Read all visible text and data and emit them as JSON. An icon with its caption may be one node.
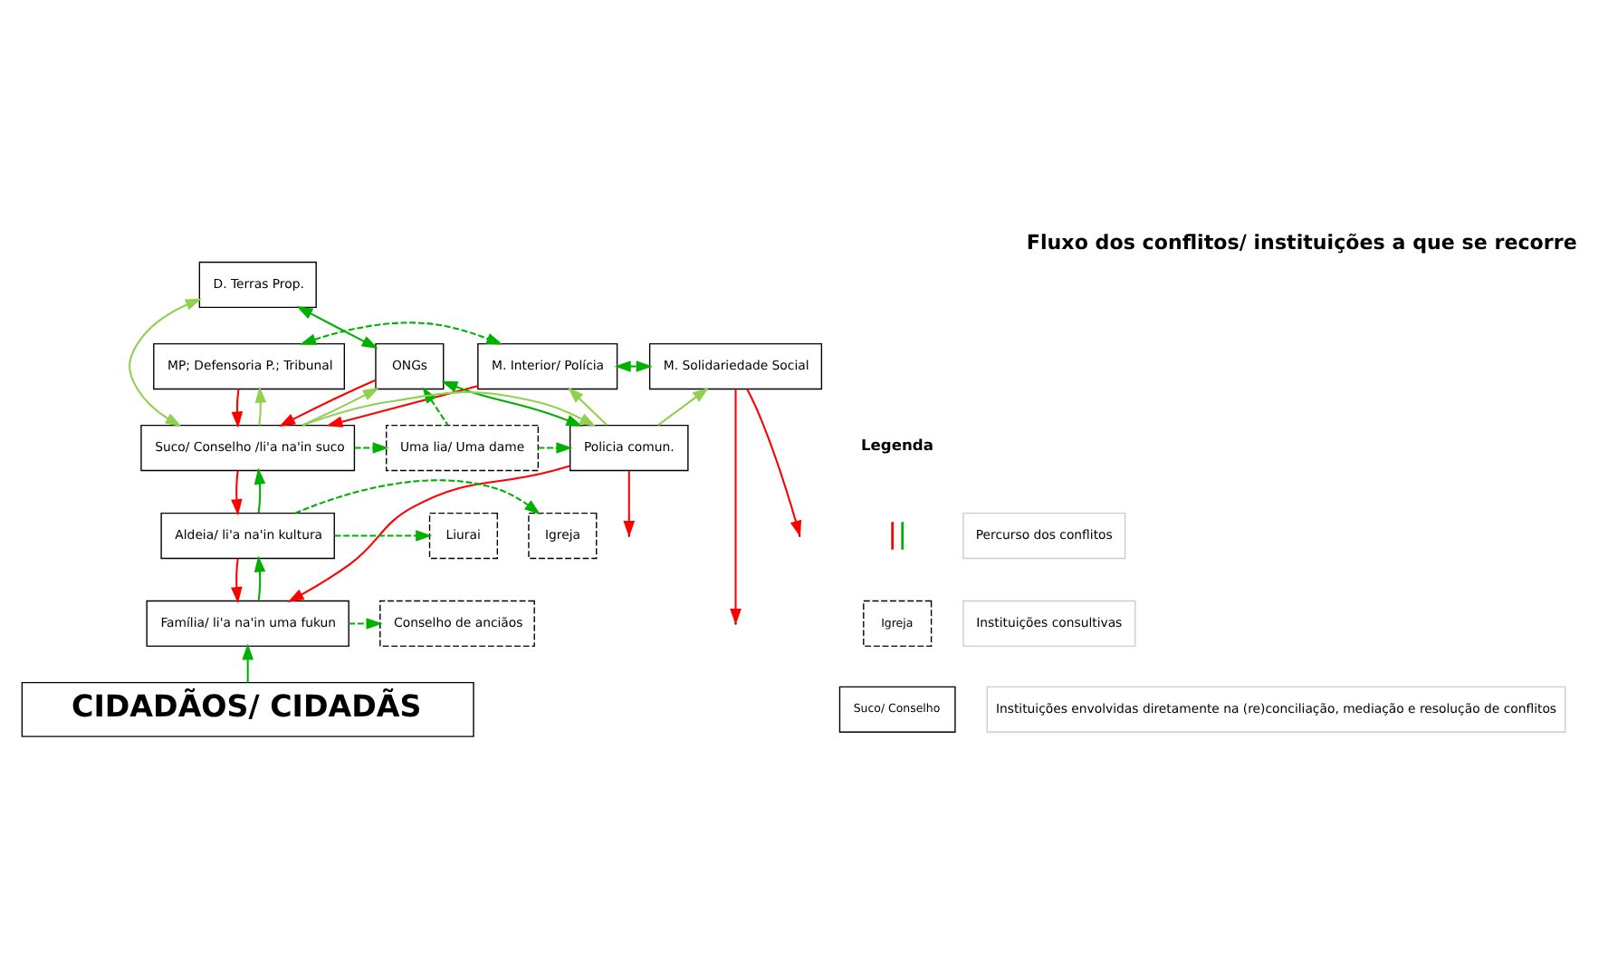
{
  "diagram": {
    "title": "Fluxo dos conflitos/ instituições a que se recorre",
    "nodes": [
      {
        "text": [
          "MP; Defensoria P.; Tribunal"
        ]
      },
      {
        "text": [
          "M. Interior/ Polícia"
        ]
      },
      {
        "text": [
          "M. Solidariedade Social"
        ]
      },
      {
        "text": [
          "D. Terras Prop."
        ]
      },
      {
        "text": [
          "ONGs"
        ]
      },
      {
        "text": [
          "Suco/ Conselho /li'a na'in suco"
        ]
      },
      {
        "text": [
          "Uma lia/ Uma dame"
        ]
      },
      {
        "text": [
          "Policia comun."
        ]
      },
      {
        "text": [
          "Aldeia/ li'a na'in kultura"
        ]
      },
      {
        "text": [
          "Liurai"
        ]
      },
      {
        "text": [
          "Igreja"
        ]
      },
      {
        "text": [
          "Conselho de anciãos"
        ]
      },
      {
        "text": [
          "Família/ li'a na'in uma fukun"
        ]
      },
      {
        "text": [
          "CIDADÃOS/ CIDADÃS"
        ]
      },
      {
        "text": [
          "Igreja"
        ]
      },
      {
        "text": [
          "Suco/ Conselho"
        ]
      }
    ],
    "edges": [
      {
        "from": 0,
        "to": 1,
        "arrow": "both",
        "style": "dashed"
      },
      {
        "from": 1,
        "to": 2,
        "arrow": "both",
        "style": "dashed"
      },
      {
        "from": 0,
        "to": 5,
        "arrow": "to",
        "color": "#ff0000"
      },
      {
        "from": 5,
        "to": 0,
        "arrow": "to",
        "color": "#92d050"
      },
      {
        "from": 1,
        "to": 5,
        "arrow": "to",
        "color": "#ff0000"
      },
      {
        "from": 5,
        "to": 3,
        "arrow": "both",
        "color": "#92d050"
      },
      {
        "from": 3,
        "to": 4,
        "arrow": "both"
      },
      {
        "from": 4,
        "to": 5,
        "arrow": "to",
        "color": "#ff0000"
      },
      {
        "from": 5,
        "to": 4,
        "arrow": "to",
        "color": "#92d050"
      },
      {
        "from": 5,
        "to": 6,
        "arrow": "to",
        "style": "dashed"
      },
      {
        "from": 6,
        "to": 4,
        "arrow": "to",
        "style": "dashed"
      },
      {
        "from": 6,
        "to": 7,
        "arrow": "to",
        "style": "dashed"
      },
      {
        "from": 5,
        "to": 7,
        "arrow": "to",
        "color": "#92d050"
      },
      {
        "from": 4,
        "to": 7,
        "arrow": "both"
      },
      {
        "from": 7,
        "to": 1,
        "arrow": "to",
        "color": "#92d050"
      },
      {
        "from": 7,
        "to": 2,
        "arrow": "to",
        "color": "#92d050"
      },
      {
        "from": 7,
        "to": null,
        "arrow": "to",
        "color": "#ff0000"
      },
      {
        "from": 7,
        "to": 12,
        "arrow": "to",
        "color": "#ff0000"
      },
      {
        "from": 2,
        "to": null,
        "arrow": "to",
        "color": "#ff0000"
      },
      {
        "from": 2,
        "to": null,
        "arrow": "to",
        "color": "#ff0000"
      },
      {
        "from": 5,
        "to": 8,
        "arrow": "to",
        "color": "#ff0000"
      },
      {
        "from": 8,
        "to": 5,
        "arrow": "to"
      },
      {
        "from": 8,
        "to": 9,
        "arrow": "to",
        "style": "dashed"
      },
      {
        "from": 8,
        "to": 10,
        "arrow": "to",
        "style": "dashed"
      },
      {
        "from": 8,
        "to": 12,
        "arrow": "to",
        "color": "#ff0000"
      },
      {
        "from": 12,
        "to": 8,
        "arrow": "to"
      },
      {
        "from": 12,
        "to": 11,
        "arrow": "to",
        "style": "dashed"
      },
      {
        "from": 13,
        "to": 12,
        "arrow": "to"
      }
    ],
    "labels": [
      "Legenda"
    ],
    "legend": [
      {
        "text": "Percurso dos conflitos"
      },
      {
        "text": "Instituições consultivas"
      },
      {
        "text": "Instituições envolvidas diretamente na (re)conciliação, mediação e resolução de conflitos"
      }
    ]
  }
}
